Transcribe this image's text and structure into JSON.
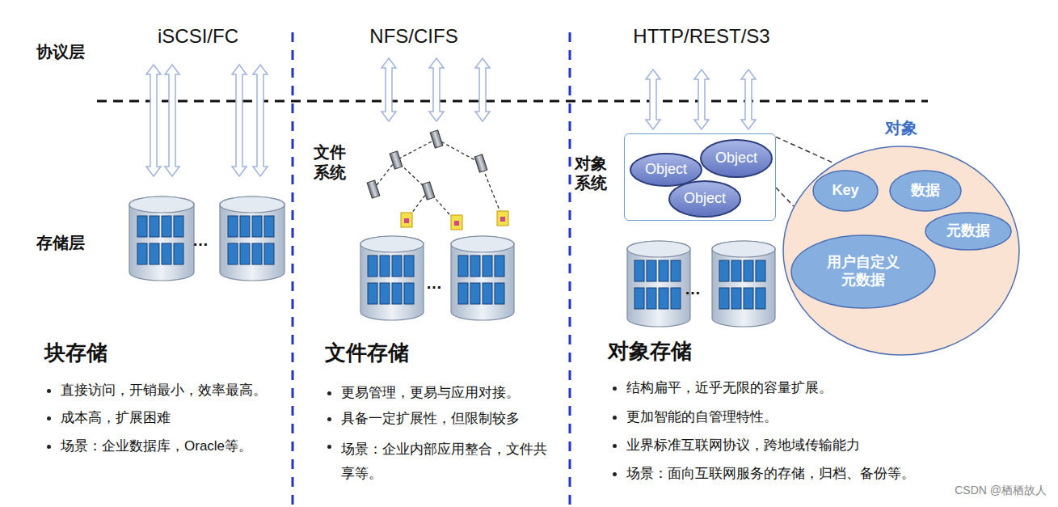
{
  "diagram": {
    "nodes": [
      {
        "text": [
          "对象 系统"
        ]
      },
      {
        "text": [
          "Object"
        ],
        "in": 0
      },
      {
        "text": [
          "Object"
        ],
        "in": 0
      },
      {
        "text": [
          "Object"
        ],
        "in": 0
      },
      {
        "text": [
          "对象"
        ]
      },
      {
        "text": [
          "Key"
        ],
        "in": 4
      },
      {
        "text": [
          "数据"
        ],
        "in": 4
      },
      {
        "text": [
          "元数据"
        ],
        "in": 4
      },
      {
        "text": [
          "用户自定义 元数据"
        ],
        "in": 4
      }
    ],
    "edges": [
      {
        "from": 0,
        "to": 4,
        "arrow": "none"
      },
      {
        "from": 0,
        "to": 4,
        "arrow": "none"
      }
    ],
    "labels": [
      "协议层",
      "存储层",
      "iSCSI/FC",
      "NFS/CIFS",
      "HTTP/REST/S3",
      "文件 系统",
      "…",
      "…",
      "…",
      "块存储",
      "直接访问，开销最小，效率最高。",
      "成本高，扩展困难",
      "场景：企业数据库，Oracle等。",
      "文件存储",
      "更易管理，更易与应用对接。",
      "具备一定扩展性，但限制较多",
      "场景：企业内部应用整合，文件共享等。",
      "对象存储",
      "结构扁平，近乎无限的容量扩展。",
      "更加智能的自管理特性。",
      "业界标准互联网协议，跨地域传输能力",
      "场景：面向互联网服务的存储，归档、备份等。",
      "CSDN @栖栖故人"
    ]
  }
}
